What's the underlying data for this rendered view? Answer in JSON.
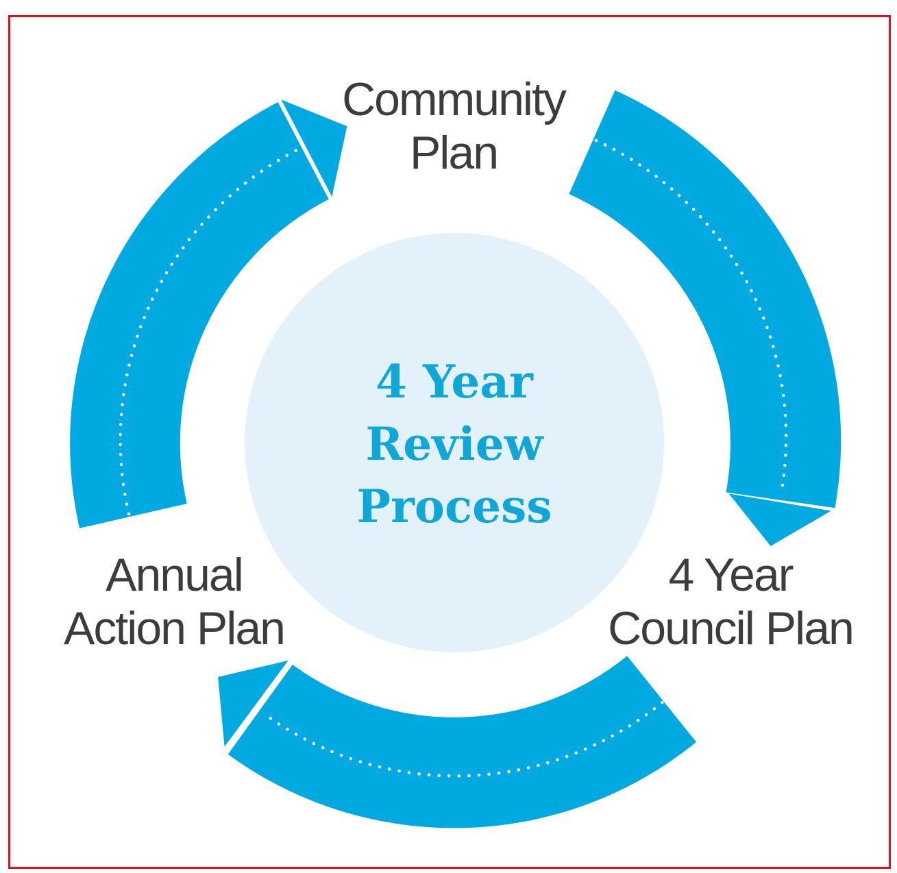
{
  "diagram": {
    "center": {
      "lines": [
        "4 Year",
        "Review",
        "Process"
      ]
    },
    "stages": [
      {
        "lines": [
          "Community",
          "Plan"
        ]
      },
      {
        "lines": [
          "4 Year",
          "Council Plan"
        ]
      },
      {
        "lines": [
          "Annual",
          "Action Plan"
        ]
      }
    ],
    "colors": {
      "arrow": "#00a9e0",
      "center_fill": "#e2f1fa",
      "center_text": "#0fa6d8",
      "label_text": "#3c3c3c",
      "frame": "#e3101b"
    },
    "icons": [
      "cycle-arrow",
      "cycle-arrow",
      "cycle-arrow"
    ]
  }
}
